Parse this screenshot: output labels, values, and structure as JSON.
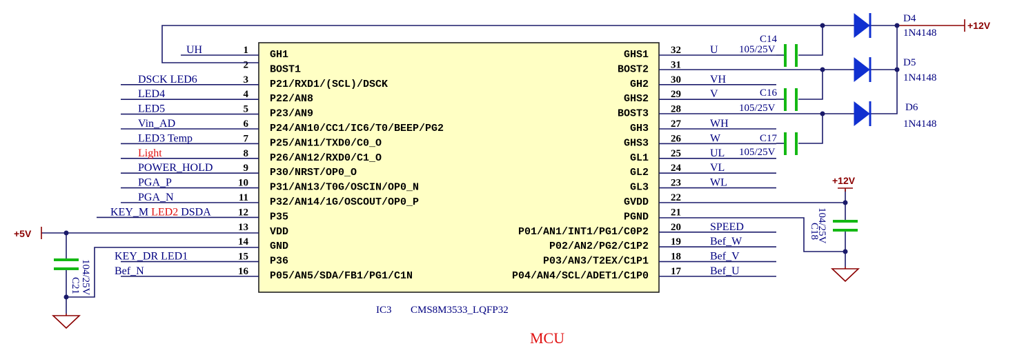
{
  "ic": {
    "refdes": "IC3",
    "part": "CMS8M3533_LQFP32",
    "left_pins": [
      {
        "num": "1",
        "name": "GH1",
        "net": "UH"
      },
      {
        "num": "2",
        "name": "BOST1",
        "net": ""
      },
      {
        "num": "3",
        "name": "P21/RXD1/(SCL)/DSCK",
        "net": "DSCK   LED6"
      },
      {
        "num": "4",
        "name": "P22/AN8",
        "net": "LED4"
      },
      {
        "num": "5",
        "name": "P23/AN9",
        "net": "LED5"
      },
      {
        "num": "6",
        "name": "P24/AN10/CC1/IC6/T0/BEEP/PG2",
        "net": "Vin_AD"
      },
      {
        "num": "7",
        "name": "P25/AN11/TXD0/C0_O",
        "net": "LED3 Temp"
      },
      {
        "num": "8",
        "name": "P26/AN12/RXD0/C1_O",
        "net": "Light"
      },
      {
        "num": "9",
        "name": "P30/NRST/OP0_O",
        "net": "POWER_HOLD"
      },
      {
        "num": "10",
        "name": "P31/AN13/T0G/OSCIN/OP0_N",
        "net": "PGA_P"
      },
      {
        "num": "11",
        "name": "P32/AN14/1G/OSCOUT/OP0_P",
        "net": "PGA_N"
      },
      {
        "num": "12",
        "name": "P35",
        "net": "KEY_M LED2 DSDA"
      },
      {
        "num": "13",
        "name": "VDD",
        "net": ""
      },
      {
        "num": "14",
        "name": "GND",
        "net": ""
      },
      {
        "num": "15",
        "name": "P36",
        "net": "KEY_DR   LED1"
      },
      {
        "num": "16",
        "name": "P05/AN5/SDA/FB1/PG1/C1N",
        "net": "Bef_N"
      }
    ],
    "right_pins": [
      {
        "num": "32",
        "name": "GHS1",
        "net": "U"
      },
      {
        "num": "31",
        "name": "BOST2",
        "net": ""
      },
      {
        "num": "30",
        "name": "GH2",
        "net": "VH"
      },
      {
        "num": "29",
        "name": "GHS2",
        "net": "V"
      },
      {
        "num": "28",
        "name": "BOST3",
        "net": ""
      },
      {
        "num": "27",
        "name": "GH3",
        "net": "WH"
      },
      {
        "num": "26",
        "name": "GHS3",
        "net": "W"
      },
      {
        "num": "25",
        "name": "GL1",
        "net": "UL"
      },
      {
        "num": "24",
        "name": "GL2",
        "net": "VL"
      },
      {
        "num": "23",
        "name": "GL3",
        "net": "WL"
      },
      {
        "num": "22",
        "name": "GVDD",
        "net": ""
      },
      {
        "num": "21",
        "name": "PGND",
        "net": ""
      },
      {
        "num": "20",
        "name": "P01/AN1/INT1/PG1/C0P2",
        "net": "SPEED"
      },
      {
        "num": "19",
        "name": "P02/AN2/PG2/C1P2",
        "net": "Bef_W"
      },
      {
        "num": "18",
        "name": "P03/AN3/T2EX/C1P1",
        "net": "Bef_V"
      },
      {
        "num": "17",
        "name": "P04/AN4/SCL/ADET1/C1P0",
        "net": "Bef_U"
      }
    ]
  },
  "diodes": [
    {
      "ref": "D4",
      "value": "1N4148"
    },
    {
      "ref": "D5",
      "value": "1N4148"
    },
    {
      "ref": "D6",
      "value": "1N4148"
    }
  ],
  "caps": [
    {
      "ref": "C14",
      "value": "105/25V"
    },
    {
      "ref": "C16",
      "value": "105/25V"
    },
    {
      "ref": "C17",
      "value": "105/25V"
    },
    {
      "ref": "C18",
      "value": "104/25V"
    },
    {
      "ref": "C21",
      "value": "104/25V"
    }
  ],
  "power": {
    "vcc12_top": "+12V",
    "vcc12_right": "+12V",
    "vcc5": "+5V"
  },
  "title": "MCU",
  "colors": {
    "wire": "#1a1a6a",
    "chip_fill": "#ffffc4",
    "capacitor": "#14b814",
    "diode": "#1030d0",
    "power": "#8b0000",
    "title": "#e01010"
  }
}
